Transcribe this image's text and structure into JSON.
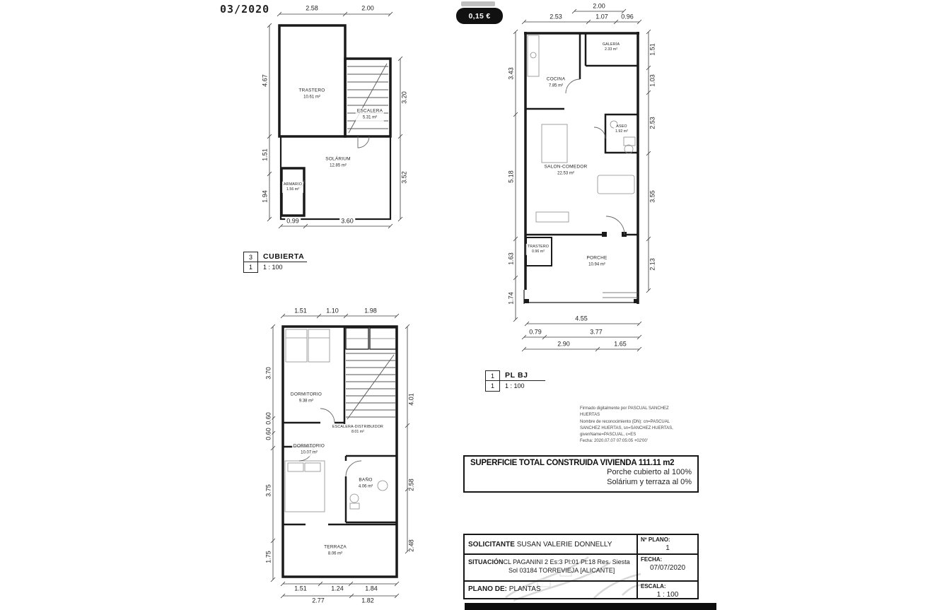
{
  "header": {
    "reference": "03/2020"
  },
  "stamp": {
    "value": "0,15 €"
  },
  "cubierta": {
    "tag": {
      "num1": "3",
      "title": "CUBIERTA",
      "num2": "1",
      "scale": "1 : 100"
    },
    "rooms": {
      "trastero": {
        "name": "TRASTERO",
        "area": "10.61 m²"
      },
      "escalera": {
        "name": "ESCALERA",
        "area": "5.31 m²"
      },
      "solarium": {
        "name": "SOLÁRIUM",
        "area": "12.85 m²"
      },
      "armario": {
        "name": "ARMARIO",
        "area": "1.56 m²"
      }
    },
    "dims": {
      "top": [
        "2.58",
        "2.00"
      ],
      "left": [
        "4.67",
        "1.51",
        "1.94"
      ],
      "right": [
        "3.20",
        "3.52"
      ],
      "bottom": [
        "0.99",
        "3.60"
      ]
    }
  },
  "planta_baja": {
    "tag": {
      "num1": "1",
      "title": "PL BJ",
      "num2": "1",
      "scale": "1 : 100"
    },
    "rooms": {
      "galeria": {
        "name": "GALERÍA",
        "area": "2.33 m²"
      },
      "cocina": {
        "name": "COCINA",
        "area": "7.85 m²"
      },
      "aseo": {
        "name": "ASEO",
        "area": "1.92 m²"
      },
      "salon_comedor": {
        "name": "SALON-COMEDOR",
        "area": "22.53 m²"
      },
      "trastero": {
        "name": "TRASTERO",
        "area": "0.96 m²"
      },
      "porche": {
        "name": "PORCHE",
        "area": "10.94 m²"
      }
    },
    "dims": {
      "top_overall": "2.00",
      "top": [
        "2.53",
        "1.07",
        "0.96"
      ],
      "left": [
        "3.43",
        "5.18",
        "1.63",
        "1.74"
      ],
      "right": [
        "1.51",
        "1.03",
        "2.53",
        "3.55",
        "2.13"
      ],
      "bottom_overall": "4.55",
      "bottom_mid": [
        "0.79",
        "3.77"
      ],
      "bottom_low": [
        "2.90",
        "1.65"
      ]
    }
  },
  "planta_primera": {
    "rooms": {
      "dormitorio_1": {
        "name": "DORMITORIO",
        "area": "9.38 m²"
      },
      "distribuidor": {
        "name": "ESCALERA-DISTRIBUIDOR",
        "area": "8.01 m²"
      },
      "dormitorio_2": {
        "name": "DORMITORIO",
        "area": "10.07 m²"
      },
      "bano": {
        "name": "BAÑO",
        "area": "4.06 m²"
      },
      "terraza": {
        "name": "TERRAZA",
        "area": "8.06 m²"
      }
    },
    "dims": {
      "top": [
        "1.51",
        "1.10",
        "1.98"
      ],
      "left": [
        "3.70",
        "0.60",
        "0.60",
        "3.75",
        "1.75"
      ],
      "right": [
        "4.01",
        "2.58",
        "2.48"
      ],
      "bottom_upper": [
        "1.51",
        "1.24",
        "1.84"
      ],
      "bottom_lower": [
        "2.77",
        "1.82"
      ]
    }
  },
  "signature": {
    "lines": [
      "Firmado digitalmente por PASCUAL SANCHEZ",
      "HUERTAS",
      "Nombre de reconocimiento (DN): cn=PASCUAL",
      "SANCHEZ HUERTAS, sn=SANCHEZ HUERTAS,",
      "givenName=PASCUAL, c=ES",
      "Fecha: 2020.07.07 07:05:05 +02'00'"
    ]
  },
  "summary": {
    "total": "SUPERFICIE TOTAL CONSTRUIDA VIVIENDA 111.11 m2",
    "note1": "Porche cubierto al 100%",
    "note2": "Solárium y terraza al 0%"
  },
  "title_block": {
    "solicitante_label": "SOLICITANTE",
    "solicitante_value": "SUSAN VALERIE DONNELLY",
    "situacion_label": "SITUACIÓN",
    "situacion_line1": "CL PAGANINI 2 Es:3 Pl:01 Pt:18 Res. Siesta",
    "situacion_line2": "Sol  03184 TORREVIEJA [ALICANTE]",
    "plano_label": "PLANO DE:",
    "plano_value": "PLANTAS",
    "num_plano_label": "Nº PLANO:",
    "num_plano_value": "1",
    "fecha_label": "FECHA:",
    "fecha_value": "07/07/2020",
    "escala_label": "ESCALA:",
    "escala_value": "1 : 100"
  }
}
